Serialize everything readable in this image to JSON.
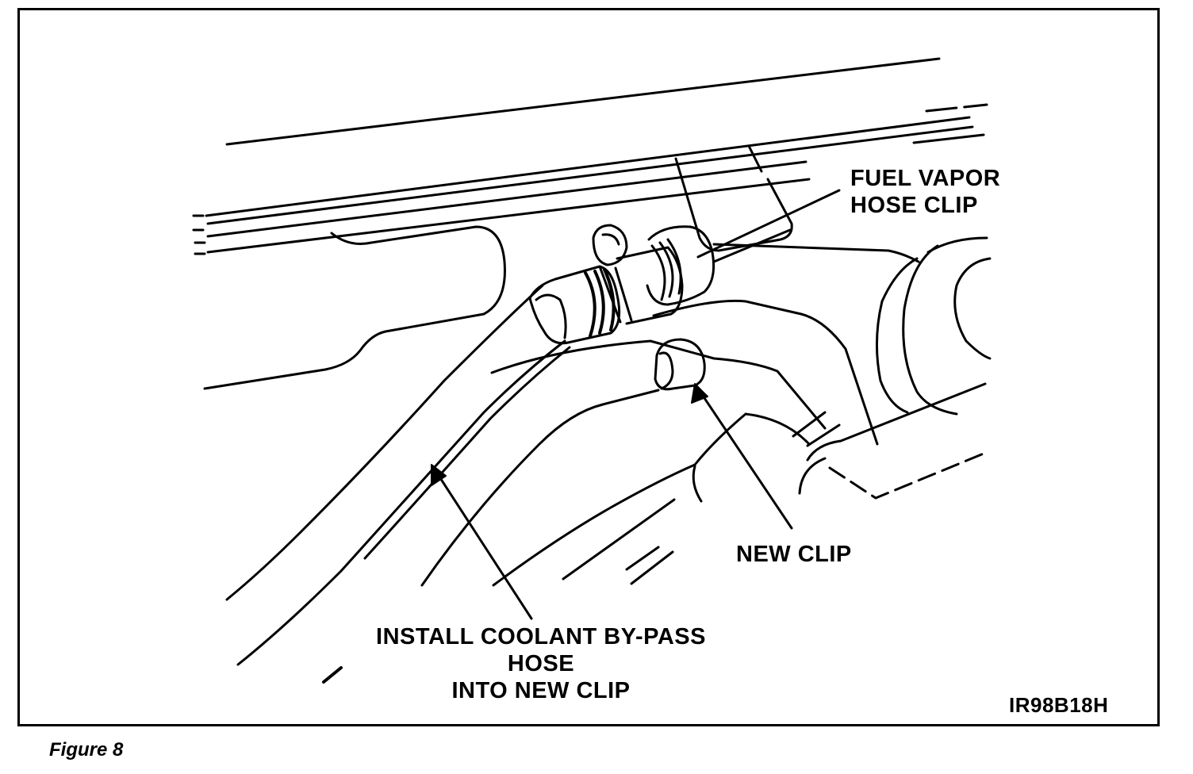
{
  "callouts": {
    "fuel_vapor_clip": {
      "line1": "FUEL VAPOR",
      "line2": "HOSE CLIP"
    },
    "new_clip": "NEW CLIP",
    "install_instruction": {
      "line1": "INSTALL COOLANT BY-PASS",
      "line2": "HOSE",
      "line3": "INTO NEW CLIP"
    }
  },
  "drawing_code": "IR98B18H",
  "caption": "Figure 8"
}
